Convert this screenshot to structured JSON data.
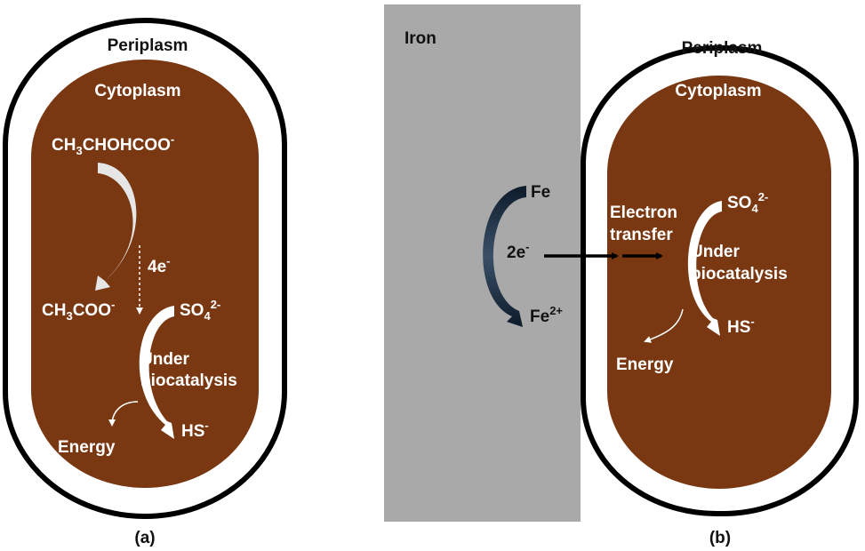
{
  "colors": {
    "cytoplasm": "#7a3812",
    "iron": "#a9a9a9",
    "cell_wall": "#000000",
    "arrow_light": "#d9d9d9",
    "arrow_dark": "#1f2d3d"
  },
  "panel_a": {
    "periplasm": "Periplasm",
    "cytoplasm": "Cytoplasm",
    "lactate": {
      "base": "CH",
      "sub1": "3",
      "mid": "CHOHCOO",
      "sup": "-"
    },
    "electrons": {
      "base": "4e",
      "sup": "-"
    },
    "acetate": {
      "base": "CH",
      "sub1": "3",
      "mid": "COO",
      "sup": "-"
    },
    "sulfate": {
      "base": "SO",
      "sub": "4",
      "sup": "2-"
    },
    "catalysis_line1": "Under",
    "catalysis_line2": "biocatalysis",
    "sulfide": {
      "base": "HS",
      "sup": "-"
    },
    "energy": "Energy",
    "caption": "(a)"
  },
  "iron_panel": {
    "label": "Iron",
    "fe": "Fe",
    "electrons": {
      "base": "2e",
      "sup": "-"
    },
    "fe_ion": {
      "base": "Fe",
      "sup": "2+"
    }
  },
  "panel_b": {
    "periplasm": "Periplasm",
    "cytoplasm": "Cytoplasm",
    "transfer_line1": "Electron",
    "transfer_line2": "transfer",
    "sulfate": {
      "base": "SO",
      "sub": "4",
      "sup": "2-"
    },
    "catalysis_line1": "Under",
    "catalysis_line2": "biocatalysis",
    "sulfide": {
      "base": "HS",
      "sup": "-"
    },
    "energy": "Energy",
    "caption": "(b)"
  }
}
